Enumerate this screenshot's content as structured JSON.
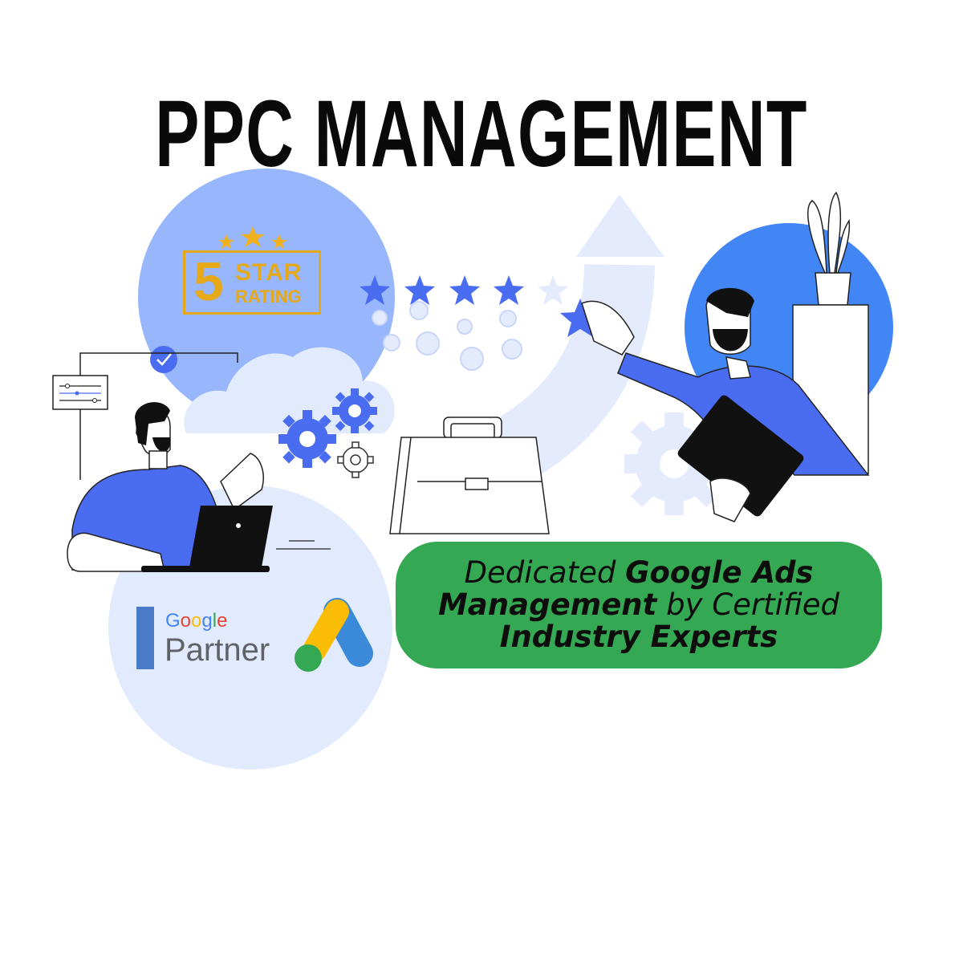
{
  "title": "PPC MANAGEMENT",
  "rating_badge": {
    "number": "5",
    "word1": "STAR",
    "word2": "RATING",
    "star_count": 3,
    "color": "#e5a91a"
  },
  "rating_row": {
    "filled_stars": 4,
    "total_stars": 5,
    "star_color": "#4a6cf0"
  },
  "partner": {
    "brand_letters": [
      {
        "char": "G",
        "color": "#4285f4"
      },
      {
        "char": "o",
        "color": "#ea4335"
      },
      {
        "char": "o",
        "color": "#fbbc05"
      },
      {
        "char": "g",
        "color": "#4285f4"
      },
      {
        "char": "l",
        "color": "#34a853"
      },
      {
        "char": "e",
        "color": "#ea4335"
      }
    ],
    "label": "Partner",
    "ads_logo_icon": "google-ads-logo"
  },
  "tagline": {
    "part1": "Dedicated ",
    "bold1": "Google Ads Management",
    "part2": " by Certified ",
    "bold2": "Industry Experts",
    "background": "#34a853"
  },
  "colors": {
    "accent_blue": "#4a6cf0",
    "light_blue": "#97b6fb",
    "pale_blue": "#e2ebfd",
    "bright_blue": "#4285f4"
  }
}
